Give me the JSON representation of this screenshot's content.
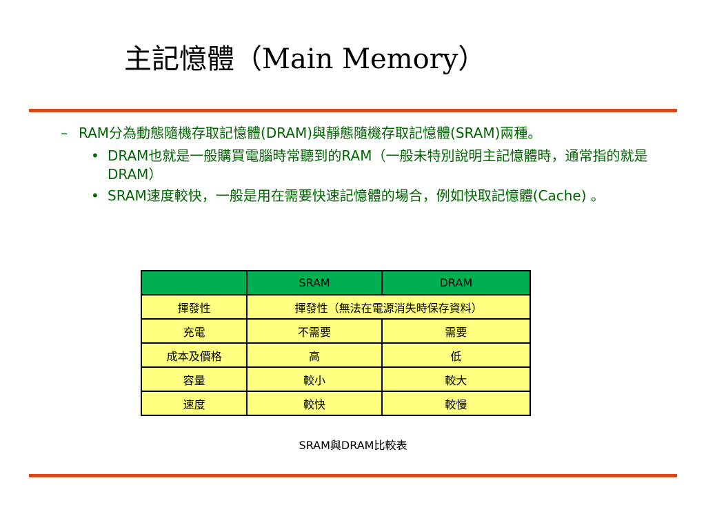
{
  "title": "主記憶體（Main Memory）",
  "colors": {
    "rule": "#d94a1a",
    "bullet_text": "#006600",
    "table_header": "#00b050",
    "table_body": "#ffff80"
  },
  "bullets": [
    {
      "marker": "–",
      "text": "RAM分為動態隨機存取記憶體(DRAM)與靜態隨機存取記憶體(SRAM)兩種。",
      "sub": [
        {
          "marker": "•",
          "text": "DRAM也就是一般購買電腦時常聽到的RAM（一般未特別說明主記憶體時，通常指的就是DRAM）"
        },
        {
          "marker": "•",
          "text": "SRAM速度較快，一般是用在需要快速記憶體的場合，例如快取記憶體(Cache) 。"
        }
      ]
    }
  ],
  "table": {
    "headers": [
      "",
      "SRAM",
      "DRAM"
    ],
    "rows": [
      {
        "label": "揮發性",
        "merged": "揮發性（無法在電源消失時保存資料）"
      },
      {
        "label": "充電",
        "sram": "不需要",
        "dram": "需要"
      },
      {
        "label": "成本及價格",
        "sram": "高",
        "dram": "低"
      },
      {
        "label": "容量",
        "sram": "較小",
        "dram": "較大"
      },
      {
        "label": "速度",
        "sram": "較快",
        "dram": "較慢"
      }
    ]
  },
  "caption": "SRAM與DRAM比較表"
}
